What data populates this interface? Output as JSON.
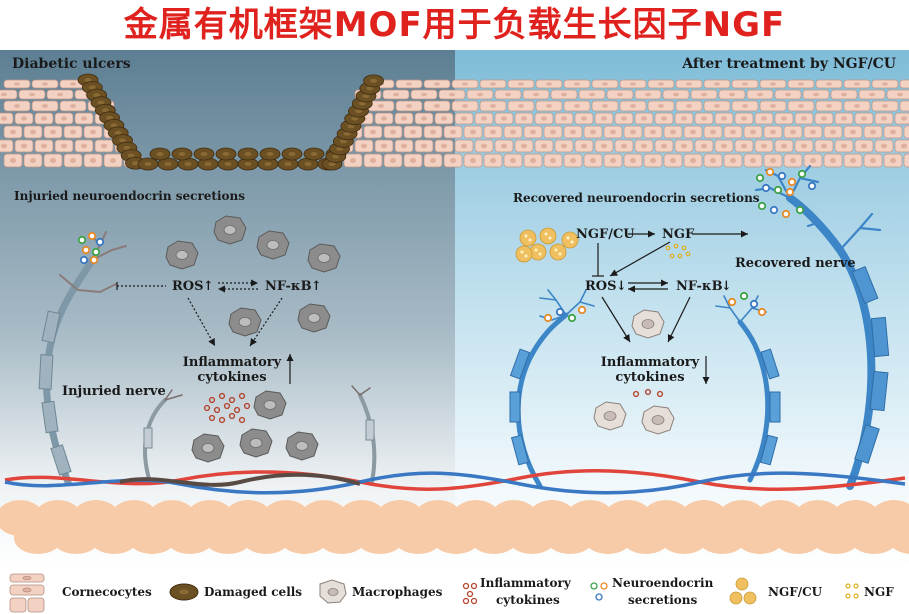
{
  "title": "金属有机框架MOF用于负载生长因子NGF",
  "left_panel": {
    "heading": "Diabetic ulcers",
    "section": "Injuried neuroendocrin secretions",
    "ros": "ROS",
    "nfkb": "NF-κB",
    "cytokines_line1": "Inflammatory",
    "cytokines_line2": "cytokines",
    "nerve": "Injuried nerve"
  },
  "right_panel": {
    "heading": "After treatment by NGF/CU",
    "section": "Recovered neuroendocrin secretions",
    "ngfcu": "NGF/CU",
    "ngf": "NGF",
    "ros": "ROS",
    "nfkb": "NF-κB",
    "cytokines_line1": "Inflammatory",
    "cytokines_line2": "cytokines",
    "nerve": "Recovered nerve"
  },
  "legend": {
    "corneocytes": "Cornecocytes",
    "damaged": "Damaged cells",
    "macrophages": "Macrophages",
    "inflam_line1": "Inflammatory",
    "inflam_line2": "cytokines",
    "neuro_line1": "Neuroendocrin",
    "neuro_line2": "secretions",
    "ngfcu": "NGF/CU",
    "ngf": "NGF"
  },
  "colors": {
    "title": "#e0221e",
    "left_bg": "#6e8ea0",
    "right_bg": "#8fc7e0",
    "corneocyte": "#f3d2c3",
    "damaged_cell": "#6b5024",
    "nerve_left": "#7f98a8",
    "nerve_right": "#3c85c6",
    "artery": "#e0443a",
    "vein": "#3a78c4",
    "fat": "#f7cba7"
  }
}
